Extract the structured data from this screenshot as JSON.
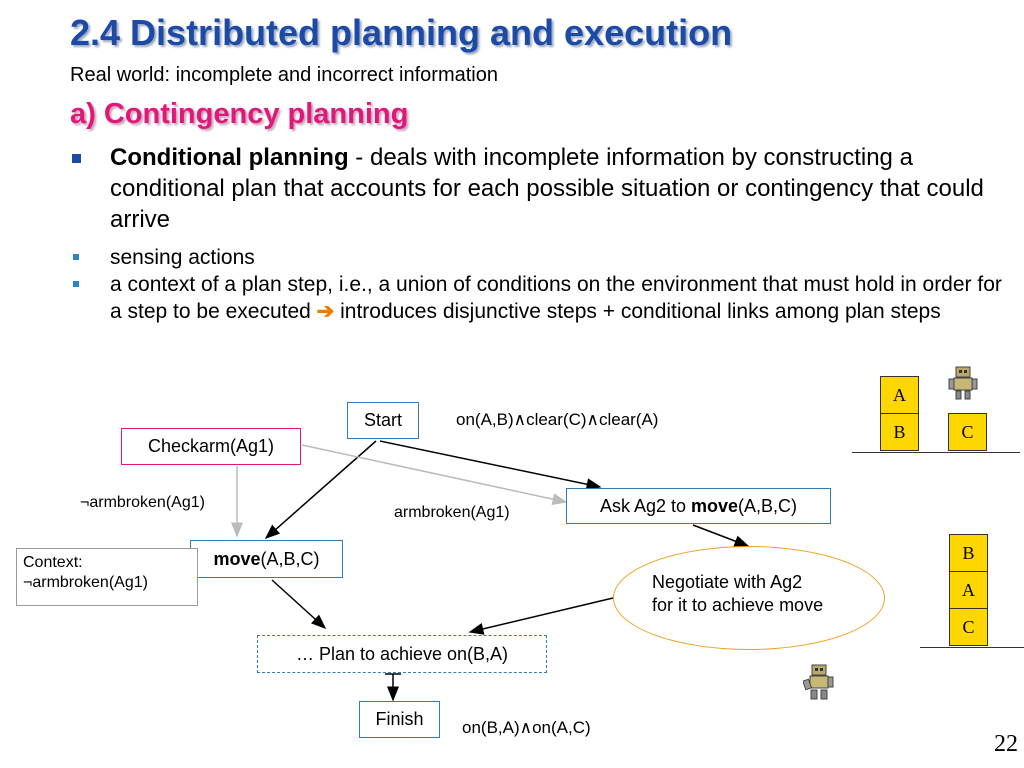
{
  "slide": {
    "title": "2.4  Distributed planning and execution",
    "subtitle": "Real world: incomplete and incorrect information",
    "section": "a) Contingency planning",
    "bullet1": {
      "bold": "Conditional planning",
      "text": " - deals with incomplete information by constructing a conditional plan that accounts for each possible situation or contingency that could arrive"
    },
    "sub1": "sensing actions",
    "sub2_part1": "a context of a plan step, i.e., a union of conditions on the environment that must hold in order for a step to be executed ",
    "sub2_arrow": "➔",
    "sub2_part2": " introduces disjunctive steps + conditional links among plan steps",
    "page_number": "22"
  },
  "diagram": {
    "start": "Start",
    "start_cond": "on(A,B)∧clear(C)∧clear(A)",
    "checkarm": "Checkarm(Ag1)",
    "not_broken": "¬armbroken(Ag1)",
    "broken": "armbroken(Ag1)",
    "ask_pre": "Ask Ag2 to ",
    "ask_bold": "move",
    "ask_post": "(A,B,C)",
    "move_bold": "move",
    "move_post": "(A,B,C)",
    "context_line1": "Context:",
    "context_line2": "¬armbroken(Ag1)",
    "negotiate_line1": "Negotiate with Ag2",
    "negotiate_line2": "for it to achieve move",
    "plan": "… Plan to achieve on(B,A)",
    "finish": "Finish",
    "finish_cond": "on(B,A)∧on(A,C)"
  },
  "blocks": {
    "initial": [
      "A",
      "B",
      "C"
    ],
    "goal": [
      "B",
      "A",
      "C"
    ]
  },
  "colors": {
    "title": "#1c4aa5",
    "section": "#e0187a",
    "block": "#ffd700"
  }
}
